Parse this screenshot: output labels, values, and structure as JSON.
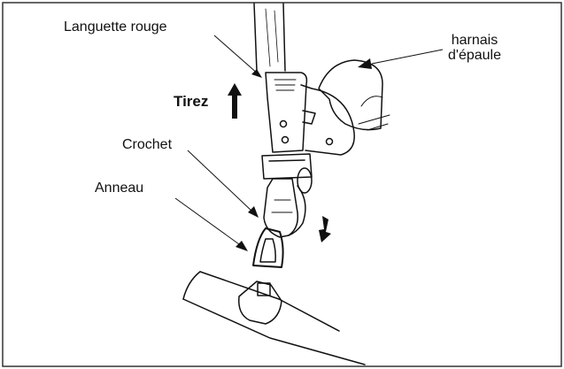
{
  "labels": {
    "languette": "Languette rouge",
    "harnais_line1": "harnais",
    "harnais_line2": "d'épaule",
    "tirez": "Tirez",
    "crochet": "Crochet",
    "anneau": "Anneau"
  },
  "colors": {
    "ink": "#111111",
    "frame": "#333333",
    "background": "#ffffff"
  }
}
